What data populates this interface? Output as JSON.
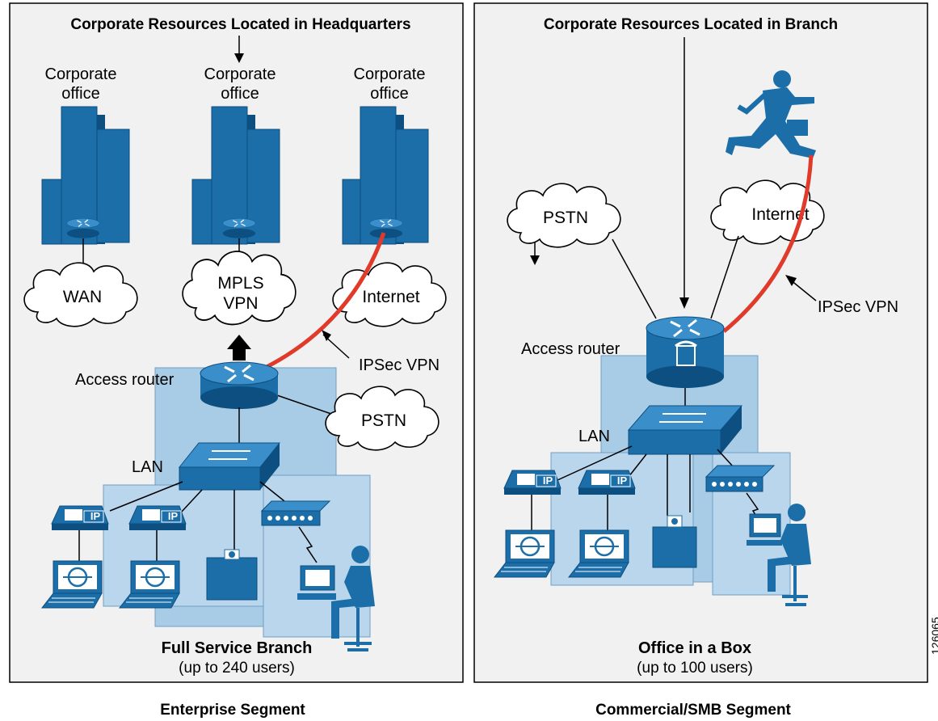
{
  "figure_id": "126065",
  "colors": {
    "device_blue": "#1b6ea8",
    "device_dark": "#0d4f80",
    "building_light": "#a8cce6",
    "cloud_fill": "#ffffff",
    "vpn_red": "#e03a2a",
    "panel_bg": "#f1f1f1"
  },
  "left": {
    "heading": "Corporate Resources Located in Headquarters",
    "offices": [
      {
        "label_line1": "Corporate",
        "label_line2": "office",
        "icon": "building-icon"
      },
      {
        "label_line1": "Corporate",
        "label_line2": "office",
        "icon": "building-icon"
      },
      {
        "label_line1": "Corporate",
        "label_line2": "office",
        "icon": "building-icon"
      }
    ],
    "clouds": {
      "wan": "WAN",
      "mpls_line1": "MPLS",
      "mpls_line2": "VPN",
      "internet": "Internet",
      "pstn": "PSTN"
    },
    "access_router": "Access router",
    "ipsec": "IPSec VPN",
    "lan": "LAN",
    "phone_badge": "IP",
    "branch_title": "Full Service Branch",
    "branch_subtitle": "(up to 240 users)",
    "segment": "Enterprise Segment"
  },
  "right": {
    "heading": "Corporate Resources Located in Branch",
    "clouds": {
      "pstn": "PSTN",
      "internet": "Internet"
    },
    "access_router": "Access router",
    "ipsec": "IPSec VPN",
    "lan": "LAN",
    "phone_badge": "IP",
    "branch_title": "Office in a Box",
    "branch_subtitle": "(up to 100 users)",
    "segment": "Commercial/SMB  Segment"
  }
}
